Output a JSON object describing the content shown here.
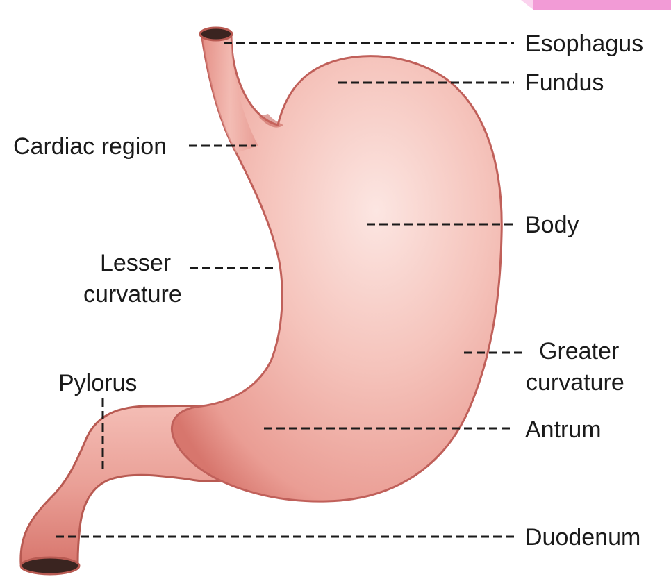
{
  "labels": {
    "esophagus": "Esophagus",
    "fundus": "Fundus",
    "cardiac_region": "Cardiac region",
    "body": "Body",
    "lesser_curvature_line1": "Lesser",
    "lesser_curvature_line2": "curvature",
    "greater_curvature_line1": "Greater",
    "greater_curvature_line2": "curvature",
    "pylorus": "Pylorus",
    "antrum": "Antrum",
    "duodenum": "Duodenum"
  },
  "colors": {
    "stomach_fill": "#f3b3aa",
    "stomach_highlight": "#fbe3de",
    "stomach_edge": "#c8645c",
    "lumen": "#3a2420",
    "corner_accent": "#f29bd6"
  }
}
